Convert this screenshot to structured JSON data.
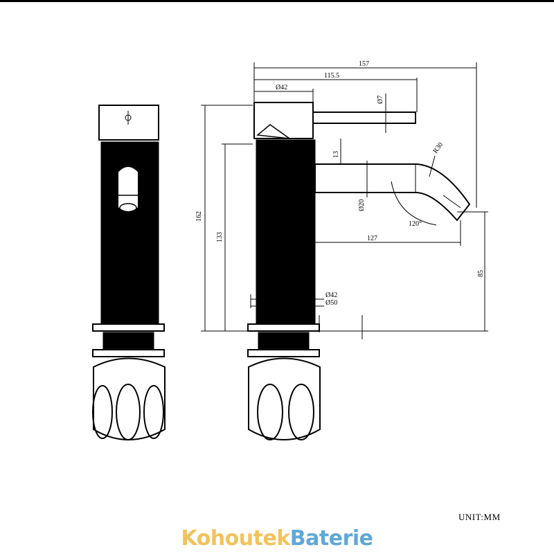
{
  "dimensions": {
    "total_width": "157",
    "lever_reach": "115.5",
    "body_diameter_top": "Ø42",
    "lever_diameter": "Ø7",
    "total_height": "162",
    "spout_height": "133",
    "spout_offset": "13",
    "spout_radius": "R30",
    "spout_diameter": "Ø20",
    "spout_angle": "120°",
    "spout_reach": "127",
    "spout_outlet_height": "85",
    "base_diameter_inner": "Ø42",
    "base_diameter_outer": "Ø50"
  },
  "unit_label": "UNIT:MM",
  "watermark": {
    "part1": "Kohoutek",
    "part2": "Baterie"
  }
}
